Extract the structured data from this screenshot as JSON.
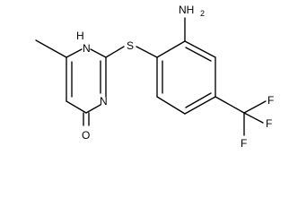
{
  "diagram": {
    "atoms": {
      "nh_N": "N",
      "nh_H": "H",
      "ring_N": "N",
      "O": "O",
      "S": "S",
      "NH2_N": "NH",
      "NH2_sub": "2",
      "F1": "F",
      "F2": "F",
      "F3": "F"
    }
  }
}
